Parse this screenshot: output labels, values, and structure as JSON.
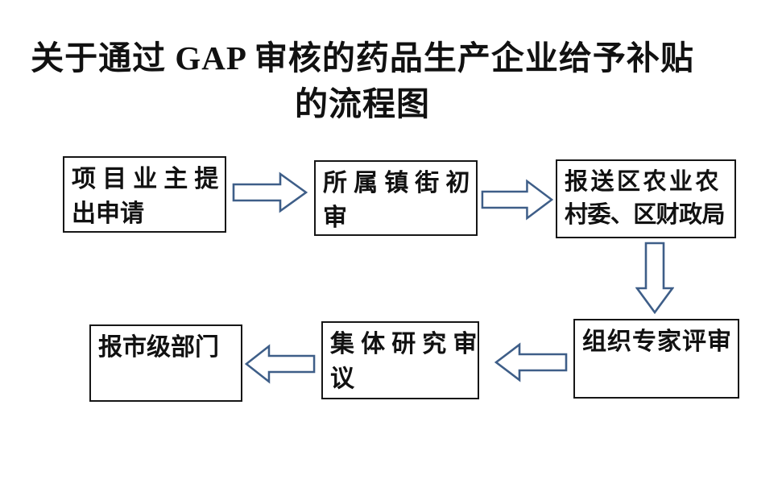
{
  "title": {
    "line1": "关于通过 GAP 审核的药品生产企业给予补贴",
    "line2": "的流程图"
  },
  "flow": {
    "boxes": [
      {
        "id": "owner-application",
        "text": "项目业主提出申请",
        "lines": [
          "项目业主提",
          "出申请"
        ]
      },
      {
        "id": "town-initial-review",
        "text": "所属镇街初审",
        "lines": [
          "所属镇街初",
          "审"
        ]
      },
      {
        "id": "submit-district",
        "text": "报送区农业农村委、区财政局",
        "lines": [
          "报送区农业农",
          "村委、区财政局"
        ]
      },
      {
        "id": "expert-review",
        "text": "组织专家评审",
        "lines": [
          "组织专家评审"
        ]
      },
      {
        "id": "collective-review",
        "text": "集体研究审议",
        "lines": [
          "集体研究审",
          "议"
        ]
      },
      {
        "id": "report-municipal",
        "text": "报市级部门",
        "lines": [
          "报市级部门"
        ]
      }
    ],
    "edges": [
      {
        "from": "项目业主提出申请",
        "to": "所属镇街初审",
        "direction": "right"
      },
      {
        "from": "所属镇街初审",
        "to": "报送区农业农村委、区财政局",
        "direction": "right"
      },
      {
        "from": "报送区农业农村委、区财政局",
        "to": "组织专家评审",
        "direction": "down"
      },
      {
        "from": "组织专家评审",
        "to": "集体研究审议",
        "direction": "left"
      },
      {
        "from": "集体研究审议",
        "to": "报市级部门",
        "direction": "left"
      }
    ]
  },
  "colors": {
    "arrow_outline": "#3e5e88",
    "box_border": "#161616",
    "text": "#111111",
    "background": "#ffffff"
  }
}
